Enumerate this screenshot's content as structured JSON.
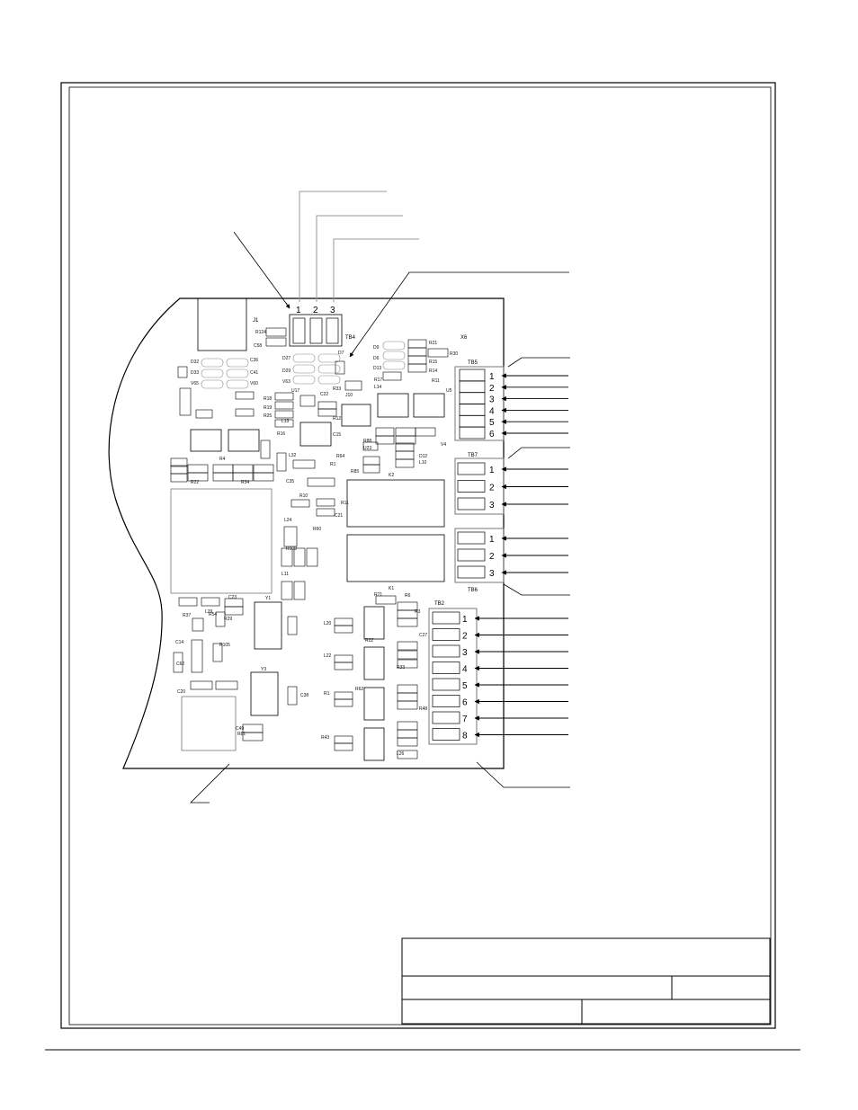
{
  "board": {
    "j1_label": "J1",
    "x6_label": "X6",
    "u5_label": "U5",
    "j10_label": "J10",
    "k2_label": "K2",
    "k1_label": "K1",
    "y1_label": "Y1",
    "y3_label": "Y3"
  },
  "terminal_blocks": {
    "tb4": {
      "name": "TB4",
      "pins": [
        "1",
        "2",
        "3"
      ]
    },
    "tb5": {
      "name": "TB5",
      "pins": [
        "1",
        "2",
        "3",
        "4",
        "5",
        "6"
      ]
    },
    "tb7": {
      "name": "TB7",
      "pins": [
        "1",
        "2",
        "3"
      ]
    },
    "tb6": {
      "name": "TB6",
      "pins": [
        "1",
        "2",
        "3"
      ]
    },
    "tb2": {
      "name": "TB2",
      "pins": [
        "1",
        "2",
        "3",
        "4",
        "5",
        "6",
        "7",
        "8"
      ]
    }
  },
  "component_labels": [
    "R124",
    "C58",
    "D32",
    "D33",
    "V65",
    "C36",
    "C41",
    "V60",
    "D27",
    "D29",
    "V63",
    "D7",
    "D9",
    "D6",
    "D13",
    "R21",
    "R30",
    "R15",
    "R14",
    "R11",
    "L14",
    "R17",
    "U17",
    "C22",
    "R18",
    "R19",
    "R12",
    "R25",
    "R16",
    "L13",
    "C15",
    "R64",
    "R88",
    "R85",
    "R10",
    "R11",
    "C21",
    "R33",
    "U23",
    "V4",
    "D12",
    "L10",
    "R6",
    "R3",
    "C27",
    "L20",
    "L22",
    "R1",
    "C20",
    "R62",
    "R33",
    "R22",
    "R71",
    "R43",
    "R48",
    "L26",
    "R37",
    "L29",
    "C23",
    "C35",
    "L32",
    "R1",
    "R4",
    "R34",
    "R22",
    "R60",
    "R109",
    "C62",
    "R54",
    "R29",
    "C14",
    "R105",
    "C49",
    "R81",
    "C38",
    "L11",
    "L24"
  ]
}
